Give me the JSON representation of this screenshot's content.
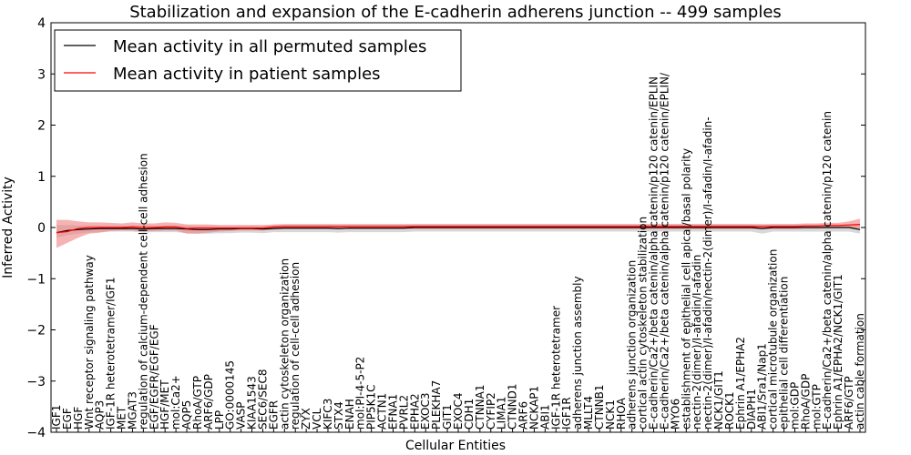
{
  "chart_data": {
    "type": "line",
    "title": "Stabilization and expansion of the E-cadherin adherens junction -- 499 samples",
    "xlabel": "Cellular Entities",
    "ylabel": "Inferred Activity",
    "ylim": [
      -4,
      4
    ],
    "yticks": [
      "4",
      "3",
      "2",
      "1",
      "0",
      "−1",
      "−2",
      "−3",
      "−4"
    ],
    "grid": false,
    "legend_position": "top-left",
    "colors": {
      "permuted": "#000000",
      "patient": "#ff0000",
      "patient_band": "#f08080",
      "permuted_band": "#c8c8c8"
    },
    "categories": [
      "IGF1",
      "EGF",
      "HGF",
      "Wnt receptor signaling pathway",
      "AQP3",
      "IGF-1R heterotetramer/IGF1",
      "MET",
      "MGAT3",
      "regulation of calcium-dependent cell-cell adhesion",
      "EGF/EGFR/EGF/EGF",
      "HGF/MET",
      "mol:Ca2+",
      "AQP5",
      "RhoA/GTP",
      "ARF6/GDP",
      "LPP",
      "GO:0000145",
      "VASP",
      "KIAA1543",
      "SEC6/SEC8",
      "EGFR",
      "actin cytoskeleton organization",
      "regulation of cell-cell adhesion",
      "ZYX",
      "VCL",
      "KIFC3",
      "STX4",
      "ENAH",
      "mol:PI-4-5-P2",
      "PIP5K1C",
      "ACTN1",
      "EFNA1",
      "PVRL2",
      "EPHA2",
      "EXOC3",
      "PLEKHA7",
      "GIT1",
      "EXOC4",
      "CDH1",
      "CTNNA1",
      "CYFIP2",
      "LIMA1",
      "CTNND1",
      "ARF6",
      "NCKAP1",
      "ABI1",
      "IGF-1R heterotetramer",
      "IGF1R",
      "adherens junction assembly",
      "MLLT4",
      "CTNNB1",
      "NCK1",
      "RHOA",
      "adherens junction organization",
      "cortical actin cytoskeleton stabilization",
      "E-cadherin/Ca2+/beta catenin/alpha catenin/p120 catenin/EPLIN",
      "E-cadherin/Ca2+/beta catenin/alpha catenin/p120 catenin/EPLIN/",
      "MYO6",
      "establishment of epithelial cell apical/basal polarity",
      "nectin-2(dimer)/I-afadin/I-afadin",
      "nectin-2(dimer)/I-afadin/nectin-2(dimer)/I-afadin/I-afadin-",
      "NCK1/GIT1",
      "ROCK1",
      "Ephrin A1/EPHA2",
      "DIAPH1",
      "ABI1/Sra1/Nap1",
      "cortical microtubule organization",
      "epithelial cell differentiation",
      "mol:GDP",
      "RhoA/GDP",
      "mol:GTP",
      "E-cadherin/Ca2+/beta catenin/alpha catenin/p120 catenin",
      "Ephrin A1/EPHA2/NCK1/GIT1",
      "ARF6/GTP",
      "actin cable formation"
    ],
    "series": [
      {
        "name": "Mean activity in all permuted samples",
        "color": "#000000",
        "values": [
          -0.1,
          -0.06,
          -0.04,
          -0.03,
          -0.02,
          -0.02,
          -0.02,
          -0.02,
          -0.03,
          -0.02,
          -0.02,
          -0.02,
          -0.03,
          -0.04,
          -0.04,
          -0.03,
          -0.03,
          -0.02,
          -0.02,
          -0.03,
          -0.02,
          -0.01,
          -0.01,
          -0.01,
          -0.01,
          -0.01,
          -0.02,
          -0.01,
          -0.01,
          -0.01,
          -0.01,
          -0.01,
          -0.01,
          0,
          0,
          0,
          0,
          0,
          0,
          0,
          0,
          0,
          0,
          0,
          0,
          0,
          0,
          0,
          0,
          0,
          0,
          0,
          0,
          0,
          0,
          0,
          0,
          0,
          0,
          0,
          0,
          0,
          0,
          0,
          0,
          -0.02,
          0,
          0,
          0,
          0,
          0,
          0,
          0,
          0,
          -0.04
        ],
        "band_low": [
          -0.2,
          -0.15,
          -0.12,
          -0.1,
          -0.09,
          -0.08,
          -0.08,
          -0.08,
          -0.1,
          -0.09,
          -0.09,
          -0.09,
          -0.11,
          -0.12,
          -0.12,
          -0.11,
          -0.11,
          -0.1,
          -0.1,
          -0.11,
          -0.09,
          -0.09,
          -0.09,
          -0.09,
          -0.09,
          -0.09,
          -0.1,
          -0.09,
          -0.09,
          -0.09,
          -0.09,
          -0.09,
          -0.09,
          -0.08,
          -0.08,
          -0.08,
          -0.08,
          -0.08,
          -0.08,
          -0.08,
          -0.08,
          -0.08,
          -0.08,
          -0.08,
          -0.08,
          -0.08,
          -0.08,
          -0.08,
          -0.08,
          -0.08,
          -0.08,
          -0.08,
          -0.08,
          -0.08,
          -0.08,
          -0.08,
          -0.08,
          -0.08,
          -0.08,
          -0.08,
          -0.08,
          -0.08,
          -0.08,
          -0.08,
          -0.08,
          -0.12,
          -0.08,
          -0.08,
          -0.08,
          -0.08,
          -0.08,
          -0.08,
          -0.08,
          -0.08,
          -0.12
        ],
        "band_high": [
          0.05,
          0.05,
          0.04,
          0.04,
          0.04,
          0.04,
          0.04,
          0.04,
          0.04,
          0.04,
          0.04,
          0.04,
          0.04,
          0.03,
          0.03,
          0.03,
          0.03,
          0.04,
          0.04,
          0.03,
          0.04,
          0.05,
          0.05,
          0.05,
          0.05,
          0.05,
          0.04,
          0.05,
          0.05,
          0.05,
          0.05,
          0.05,
          0.05,
          0.06,
          0.06,
          0.06,
          0.06,
          0.06,
          0.06,
          0.06,
          0.06,
          0.06,
          0.06,
          0.06,
          0.06,
          0.06,
          0.06,
          0.06,
          0.06,
          0.06,
          0.06,
          0.06,
          0.06,
          0.06,
          0.06,
          0.06,
          0.06,
          0.06,
          0.06,
          0.06,
          0.06,
          0.06,
          0.06,
          0.06,
          0.06,
          0.04,
          0.06,
          0.06,
          0.06,
          0.06,
          0.06,
          0.06,
          0.06,
          0.06,
          0.04
        ]
      },
      {
        "name": "Mean activity in patient samples",
        "color": "#ff0000",
        "values": [
          -0.1,
          -0.08,
          -0.02,
          0,
          0,
          0,
          0,
          0.01,
          0,
          0,
          0.01,
          0.01,
          -0.02,
          -0.01,
          -0.01,
          -0.01,
          -0.01,
          -0.01,
          -0.01,
          -0.01,
          0.01,
          0.02,
          0.02,
          0.02,
          0.02,
          0.02,
          0.02,
          0.02,
          0.02,
          0.02,
          0.02,
          0.02,
          0.02,
          0.02,
          0.02,
          0.02,
          0.02,
          0.02,
          0.02,
          0.02,
          0.02,
          0.02,
          0.02,
          0.02,
          0.02,
          0.02,
          0.02,
          0.02,
          0.02,
          0.02,
          0.02,
          0.02,
          0.02,
          0.02,
          0.02,
          0.02,
          0.02,
          0.02,
          0.02,
          0.02,
          0.02,
          0.02,
          0.02,
          0.02,
          0.02,
          0.02,
          0.02,
          0.02,
          0.02,
          0.03,
          0.03,
          0.04,
          0.04,
          0.05,
          0.06
        ],
        "band_low": [
          -0.4,
          -0.3,
          -0.2,
          -0.12,
          -0.1,
          -0.07,
          -0.06,
          -0.06,
          -0.08,
          -0.07,
          -0.06,
          -0.06,
          -0.12,
          -0.12,
          -0.1,
          -0.08,
          -0.07,
          -0.06,
          -0.06,
          -0.06,
          -0.04,
          -0.03,
          -0.03,
          -0.03,
          -0.03,
          -0.03,
          -0.03,
          -0.03,
          -0.03,
          -0.03,
          -0.03,
          -0.03,
          -0.03,
          -0.03,
          -0.03,
          -0.03,
          -0.03,
          -0.03,
          -0.03,
          -0.03,
          -0.03,
          -0.03,
          -0.03,
          -0.03,
          -0.03,
          -0.03,
          -0.03,
          -0.03,
          -0.03,
          -0.03,
          -0.03,
          -0.03,
          -0.03,
          -0.03,
          -0.03,
          -0.03,
          -0.03,
          -0.03,
          -0.03,
          -0.03,
          -0.03,
          -0.03,
          -0.03,
          -0.03,
          -0.03,
          -0.03,
          -0.03,
          -0.03,
          -0.03,
          -0.02,
          -0.02,
          -0.01,
          -0.01,
          0,
          -0.02
        ],
        "band_high": [
          0.15,
          0.15,
          0.12,
          0.1,
          0.1,
          0.09,
          0.08,
          0.1,
          0.08,
          0.08,
          0.1,
          0.09,
          0.06,
          0.06,
          0.06,
          0.05,
          0.05,
          0.05,
          0.05,
          0.05,
          0.06,
          0.07,
          0.07,
          0.07,
          0.07,
          0.07,
          0.07,
          0.07,
          0.07,
          0.07,
          0.07,
          0.07,
          0.07,
          0.07,
          0.07,
          0.07,
          0.07,
          0.07,
          0.07,
          0.07,
          0.07,
          0.07,
          0.07,
          0.07,
          0.07,
          0.07,
          0.07,
          0.07,
          0.07,
          0.07,
          0.07,
          0.07,
          0.07,
          0.07,
          0.07,
          0.07,
          0.07,
          0.07,
          0.07,
          0.07,
          0.07,
          0.07,
          0.07,
          0.07,
          0.07,
          0.07,
          0.07,
          0.07,
          0.07,
          0.08,
          0.08,
          0.09,
          0.09,
          0.12,
          0.17
        ]
      }
    ]
  }
}
